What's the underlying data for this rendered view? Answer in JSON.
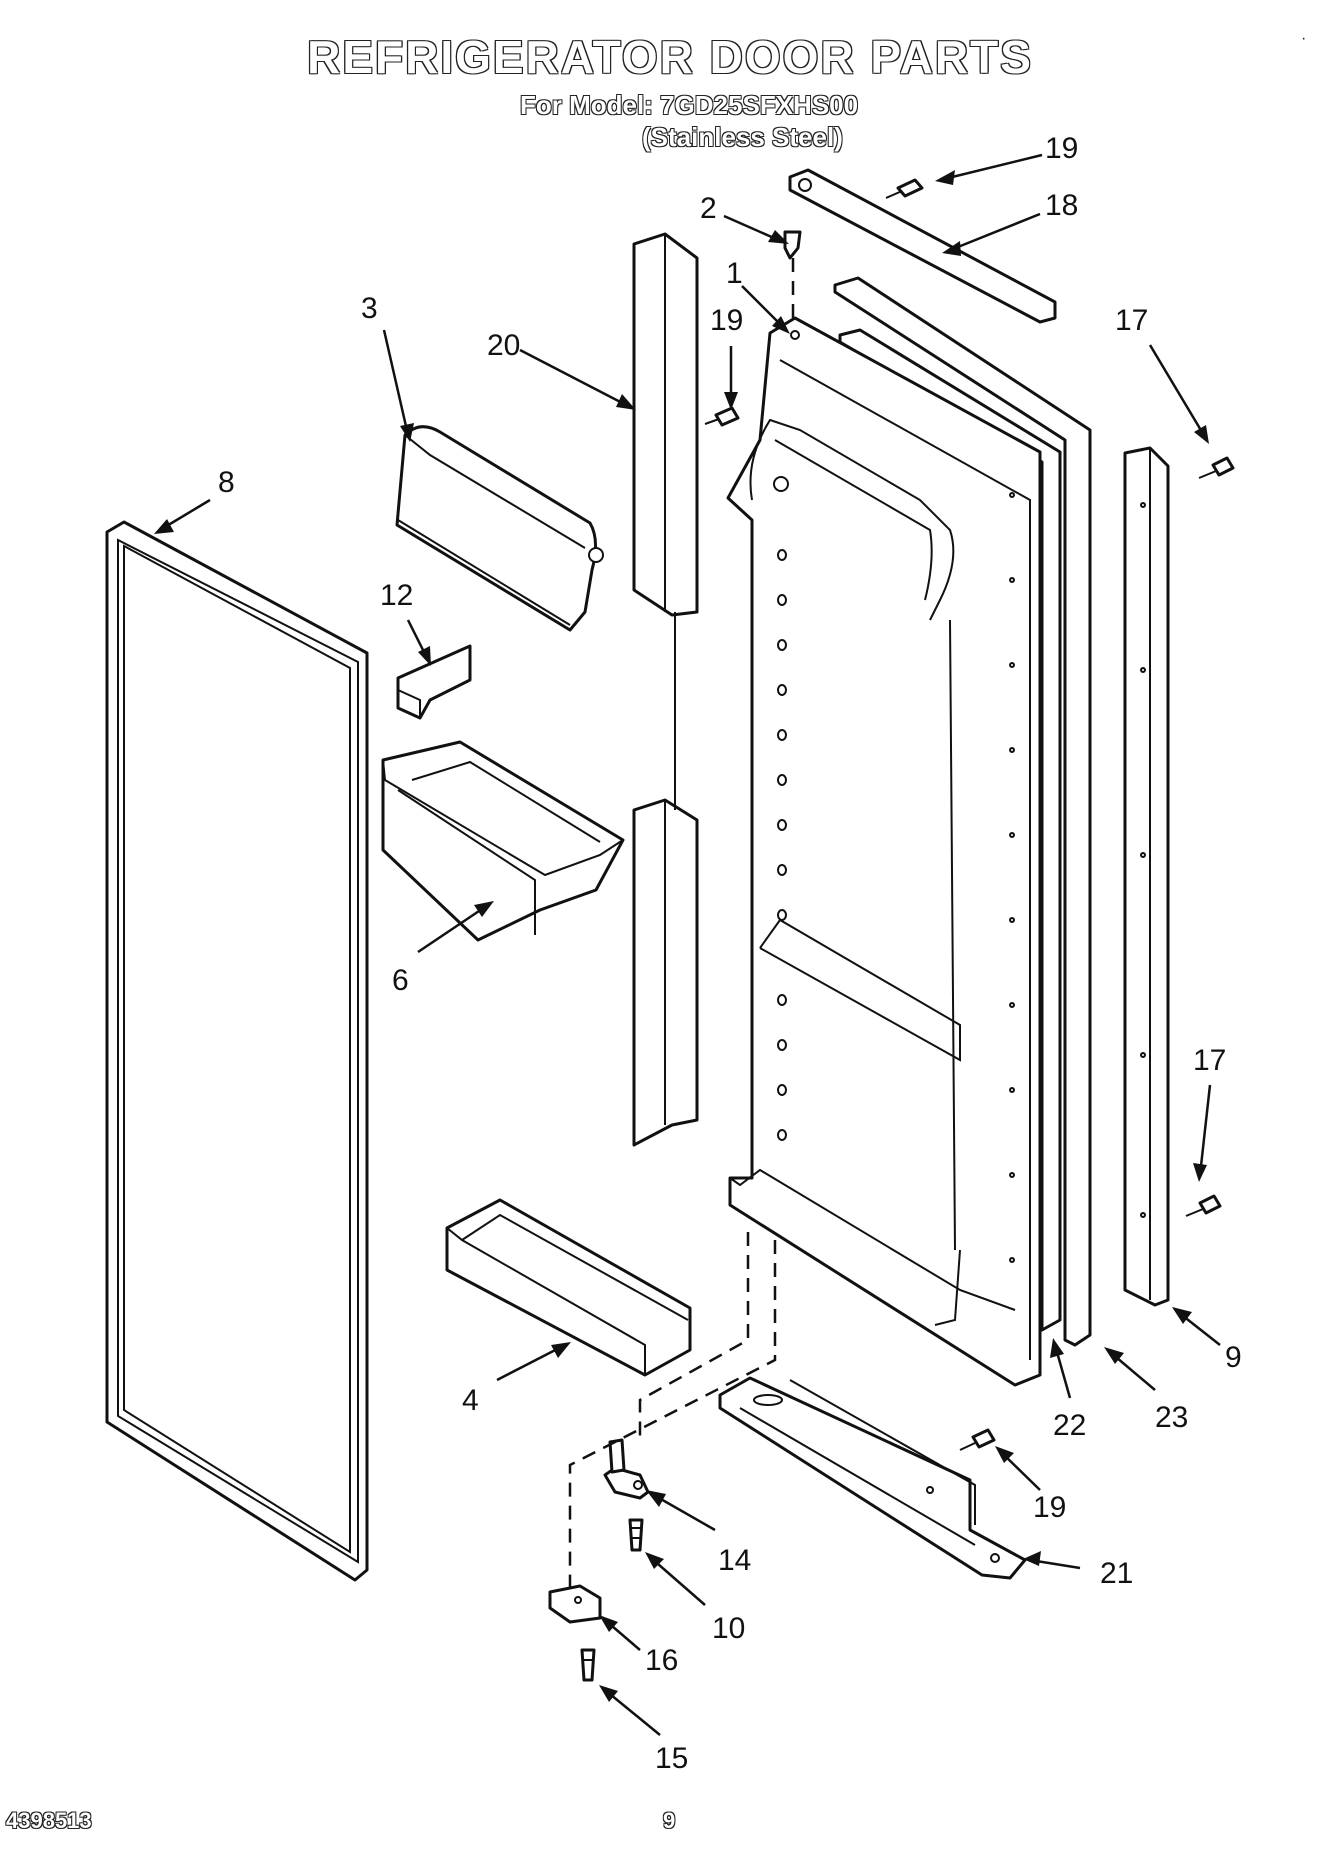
{
  "header": {
    "title": "REFRIGERATOR DOOR PARTS",
    "model_line": "For Model: 7GD25SFXHS00",
    "finish_line": "(Stainless Steel)"
  },
  "corner_mark": "·",
  "footer": {
    "document_number": "4398513",
    "page_number": "9"
  },
  "callouts": {
    "c1": "1",
    "c2": "2",
    "c3": "3",
    "c4": "4",
    "c6": "6",
    "c8": "8",
    "c9": "9",
    "c10": "10",
    "c12": "12",
    "c14": "14",
    "c15": "15",
    "c16": "16",
    "c17a": "17",
    "c17b": "17",
    "c18": "18",
    "c19a": "19",
    "c19b": "19",
    "c19c": "19",
    "c20": "20",
    "c21": "21",
    "c22": "22",
    "c23": "23"
  }
}
